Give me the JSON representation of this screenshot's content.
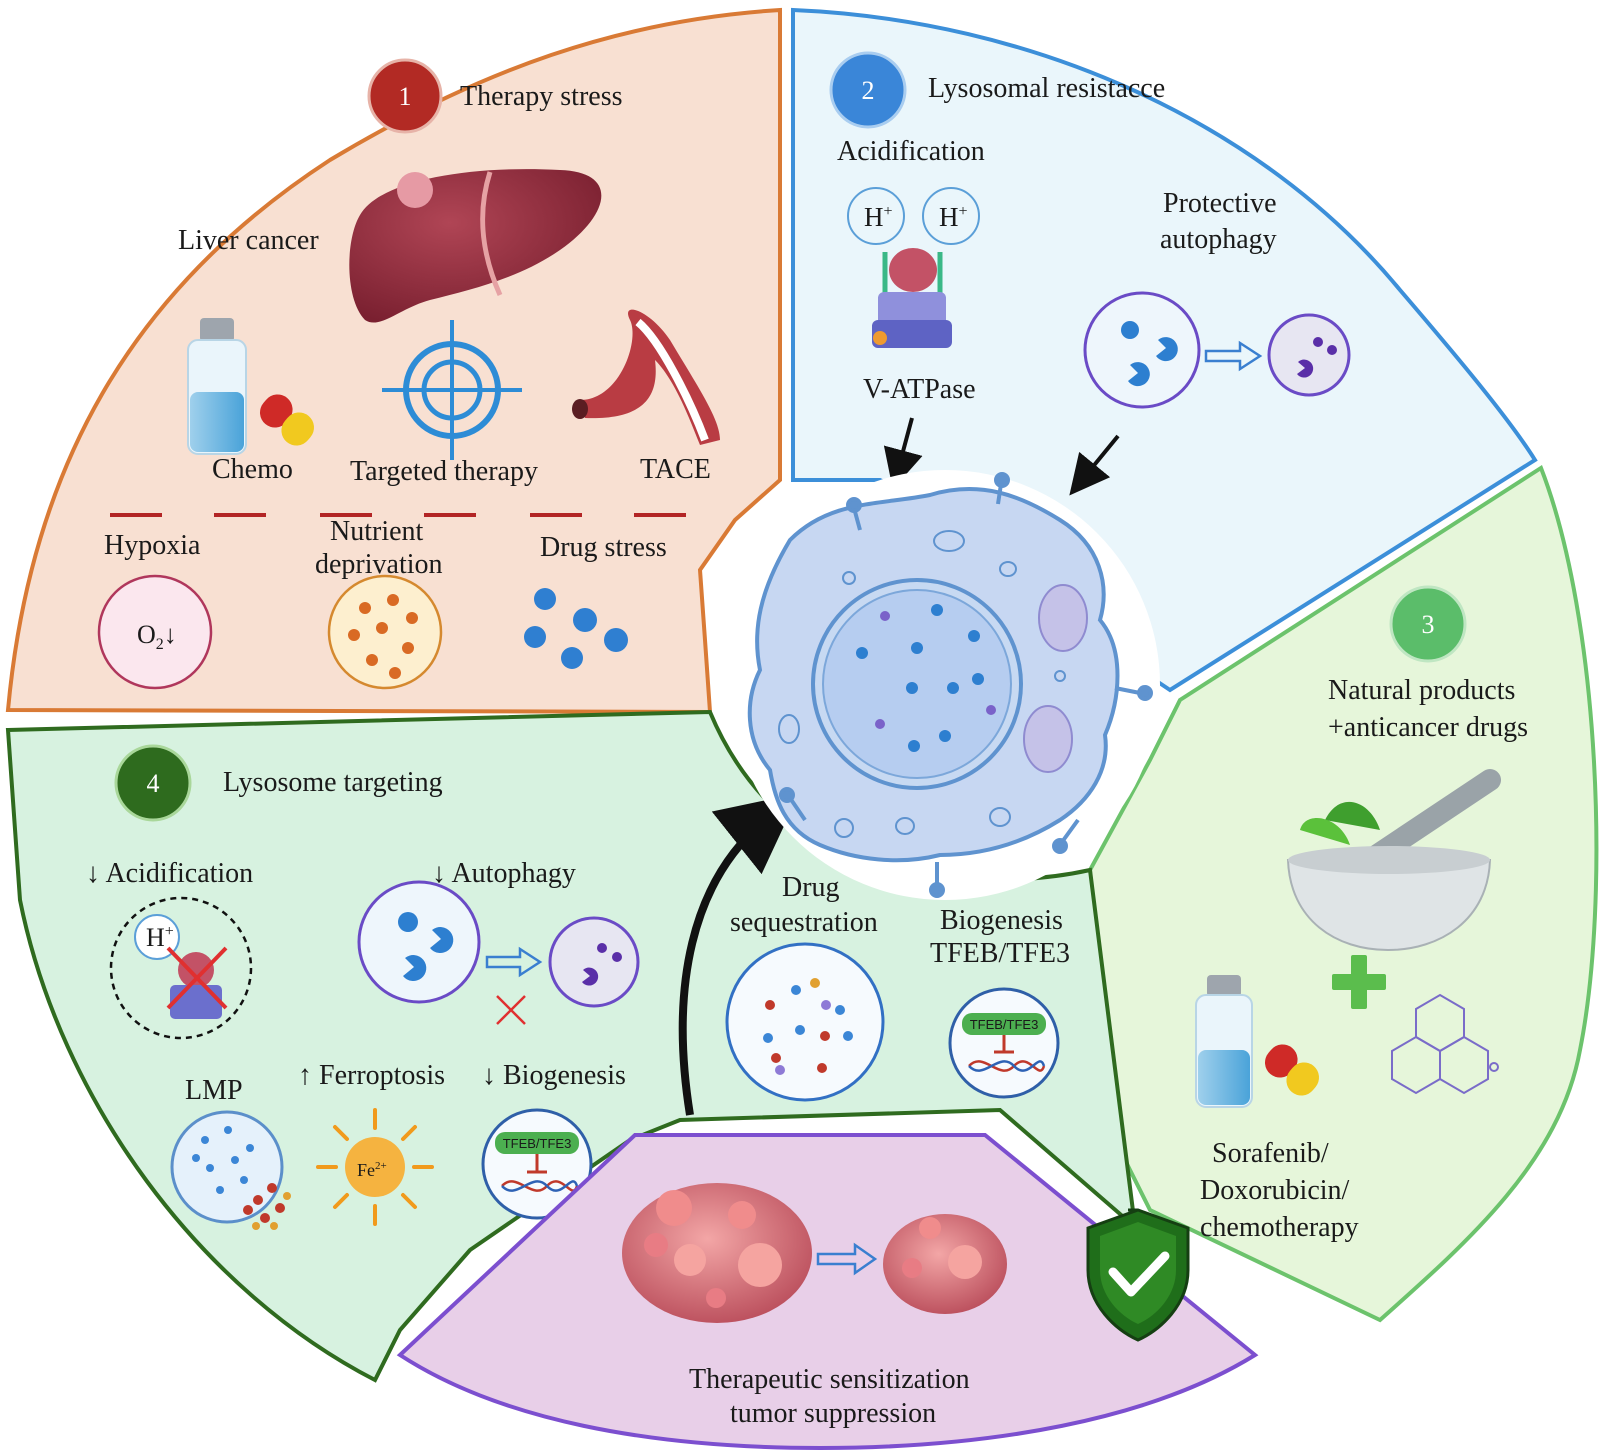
{
  "colors": {
    "panel1_fill": "#f8e0d2",
    "panel1_stroke": "#d97a35",
    "panel2_fill": "#eaf6fb",
    "panel2_stroke": "#3c8fd9",
    "panel3_fill": "#e6f6da",
    "panel3_stroke": "#6cc36c",
    "panel4_fill": "#d7f2e0",
    "panel4_stroke": "#2f6b1f",
    "bottom_fill": "#e8cfe8",
    "bottom_stroke": "#7c4fcf",
    "badge1": "#b22a24",
    "badge2": "#3a86d8",
    "badge3": "#5bbd6a",
    "badge4": "#2e6b1e",
    "cell_fill": "#c7d7f2",
    "cell_stroke": "#5f93cf",
    "dash": "#b32525"
  },
  "panel1": {
    "badge": "1",
    "title": "Therapy stress",
    "liver_label": "Liver cancer",
    "therapies": [
      "Chemo",
      "Targeted therapy",
      "TACE"
    ],
    "stresses": {
      "hypoxia": "Hypoxia",
      "nutrient_1": "Nutrient",
      "nutrient_2": "deprivation",
      "drug": "Drug stress"
    },
    "o2_label": "O",
    "o2_sub": "2",
    "o2_arrow": "↓"
  },
  "panel2": {
    "badge": "2",
    "title": "Lysosomal resistacce",
    "acidification": "Acidification",
    "h_plus": "H",
    "plus_sup": "+",
    "vatpase": "V-ATPase",
    "autophagy_1": "Protective",
    "autophagy_2": "autophagy"
  },
  "panel3": {
    "badge": "3",
    "title_1": "Natural products",
    "title_2": "+anticancer drugs",
    "drugs_1": "Sorafenib/",
    "drugs_2": "Doxorubicin/",
    "drugs_3": "chemotherapy"
  },
  "panel4": {
    "badge": "4",
    "title": "Lysosome targeting",
    "acidification": "↓ Acidification",
    "autophagy": "↓ Autophagy",
    "lmp": "LMP",
    "ferroptosis": "↑ Ferroptosis",
    "biogenesis": "↓ Biogenesis",
    "fe_label": "Fe",
    "fe_sup": "2+",
    "tfeb": "TFEB/TFE3",
    "drug_seq_1": "Drug",
    "drug_seq_2": "sequestration",
    "biogen_1": "Biogenesis",
    "biogen_2": "TFEB/TFE3"
  },
  "bottom": {
    "line1": "Therapeutic sensitization",
    "line2": "tumor suppression"
  }
}
